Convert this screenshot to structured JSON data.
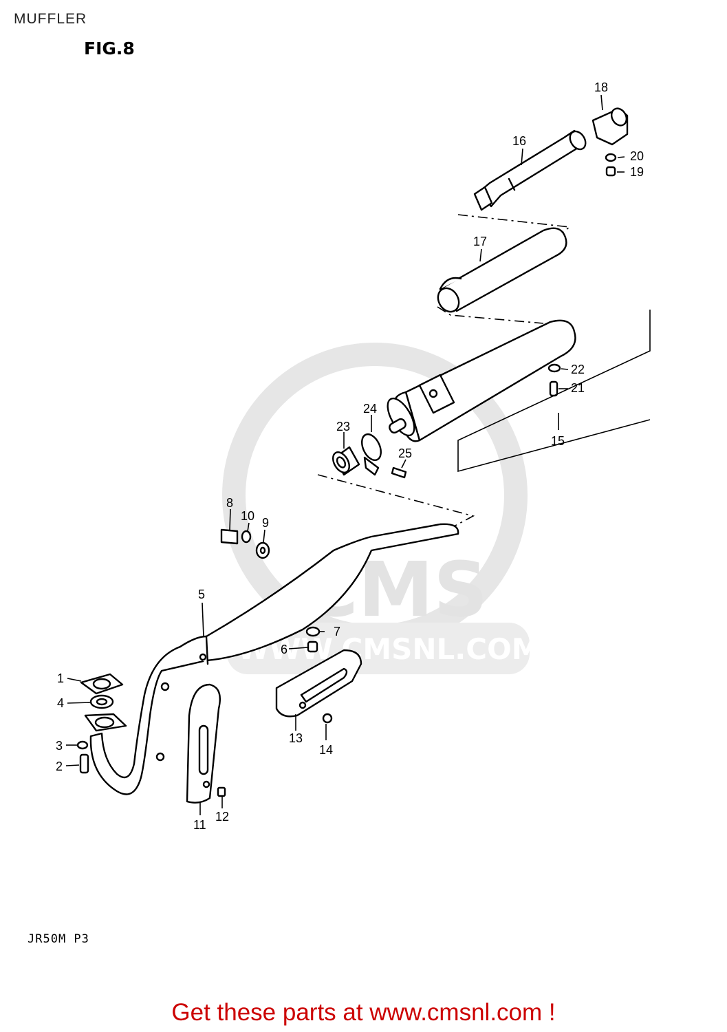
{
  "header": {
    "section_title": "MUFFLER",
    "figure_label": "FIG.8"
  },
  "footer": {
    "model_code": "JR50M  P3",
    "cta": "Get these parts at www.cmsnl.com !"
  },
  "watermark": {
    "brand": "CMS",
    "url": "WWW.CMSNL.COM"
  },
  "callouts": {
    "p1": "1",
    "p2": "2",
    "p3": "3",
    "p4": "4",
    "p5": "5",
    "p6": "6",
    "p7": "7",
    "p8": "8",
    "p9": "9",
    "p10": "10",
    "p11": "11",
    "p12": "12",
    "p13": "13",
    "p14": "14",
    "p15": "15",
    "p16": "16",
    "p17": "17",
    "p18": "18",
    "p19": "19",
    "p20": "20",
    "p21": "21",
    "p22": "22",
    "p23": "23",
    "p24": "24",
    "p25": "25"
  }
}
